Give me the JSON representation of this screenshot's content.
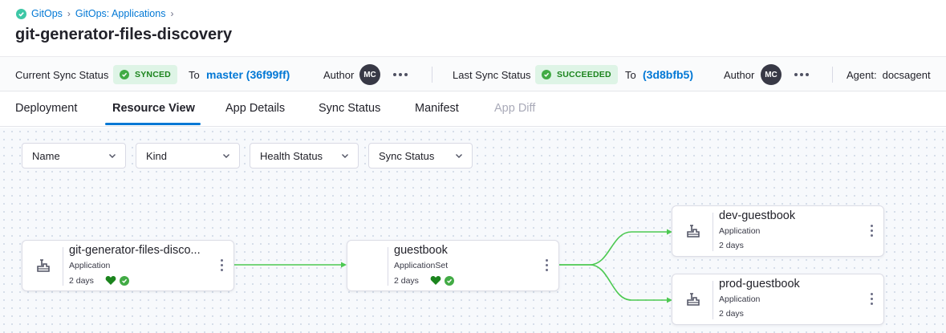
{
  "breadcrumbs": [
    "GitOps",
    "GitOps: Applications"
  ],
  "page_title": "git-generator-files-discovery",
  "current_sync": {
    "label": "Current Sync Status",
    "badge": "SYNCED",
    "to_label": "To",
    "revision": "master (36f99ff)",
    "author_label": "Author",
    "author_initials": "MC"
  },
  "last_sync": {
    "label": "Last Sync Status",
    "badge": "SUCCEEDED",
    "to_label": "To",
    "revision": "(3d8bfb5)",
    "author_label": "Author",
    "author_initials": "MC"
  },
  "agent": {
    "label": "Agent:",
    "value": "docsagent"
  },
  "tabs": [
    "Deployment",
    "Resource View",
    "App Details",
    "Sync Status",
    "Manifest",
    "App Diff"
  ],
  "active_tab": "Resource View",
  "filters": [
    "Name",
    "Kind",
    "Health Status",
    "Sync Status"
  ],
  "nodes": [
    {
      "name": "git-generator-files-disco...",
      "kind": "Application",
      "age": "2 days",
      "health": "healthy",
      "synced": true
    },
    {
      "name": "guestbook",
      "kind": "ApplicationSet",
      "age": "2 days",
      "health": "healthy",
      "synced": true
    },
    {
      "name": "dev-guestbook",
      "kind": "Application",
      "age": "2 days"
    },
    {
      "name": "prod-guestbook",
      "kind": "Application",
      "age": "2 days"
    }
  ],
  "colors": {
    "accent": "#0278d5",
    "success": "#42ab45",
    "edge": "#4dc952"
  }
}
